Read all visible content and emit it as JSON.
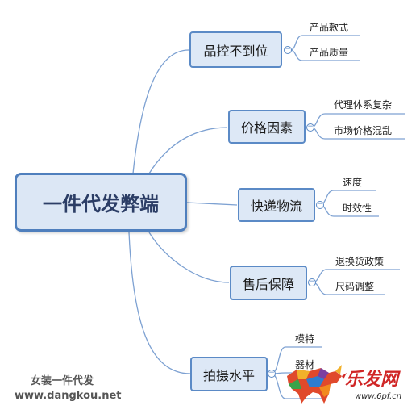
{
  "central": {
    "label": "一件代发弊端"
  },
  "topics": [
    {
      "label": "品控不到位",
      "children": [
        "产品款式",
        "产品质量"
      ]
    },
    {
      "label": "价格因素",
      "children": [
        "代理体系复杂",
        "市场价格混乱"
      ]
    },
    {
      "label": "快递物流",
      "children": [
        "速度",
        "时效性"
      ]
    },
    {
      "label": "售后保障",
      "children": [
        "退换货政策",
        "尺码调整"
      ]
    },
    {
      "label": "拍摄水平",
      "children": [
        "模特",
        "器材"
      ]
    }
  ],
  "collapse_symbol": "−",
  "watermark_left": {
    "line1": "女装一件代发",
    "line2": "www.dangkou.net"
  },
  "watermark_right": {
    "brand": "乐发网",
    "url": "www.6pf.cn"
  },
  "colors": {
    "line": "#7da1d2",
    "box_border": "#5b8ac6",
    "box_fill": "#dde8f6",
    "brand_red": "#d02626"
  }
}
